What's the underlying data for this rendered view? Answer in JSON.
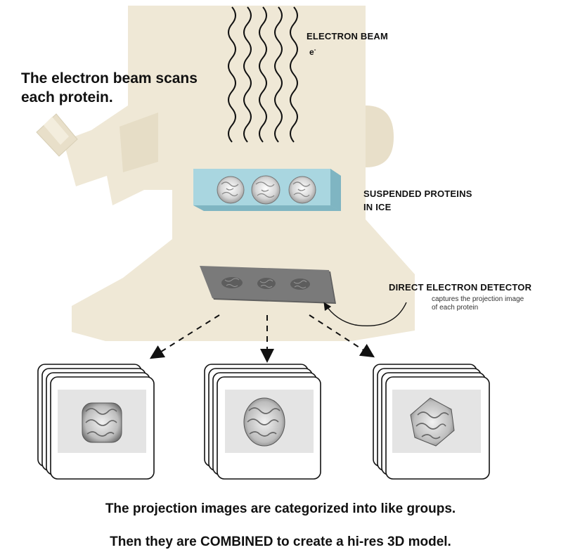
{
  "colors": {
    "microscope_body": "#efe8d6",
    "ice_block": "#a9d6e0",
    "detector": "#6e6e6e",
    "image_panel": "#e4e4e4",
    "text": "#111111"
  },
  "intro_text": "The electron beam scans each protein.",
  "beam": {
    "label": "ELECTRON BEAM",
    "symbol": "e",
    "symbol_sup": "-"
  },
  "ice": {
    "label_line1": "SUSPENDED PROTEINS",
    "label_line2": "IN ICE"
  },
  "detector": {
    "label": "DIRECT ELECTRON DETECTOR",
    "caption_line1": "captures the projection image",
    "caption_line2": "of each protein"
  },
  "image_stacks": [
    {
      "name": "left"
    },
    {
      "name": "center"
    },
    {
      "name": "right"
    }
  ],
  "caption_line1": "The projection images are categorized into like groups.",
  "caption_line2": "Then they are COMBINED to create a hi-res 3D model."
}
